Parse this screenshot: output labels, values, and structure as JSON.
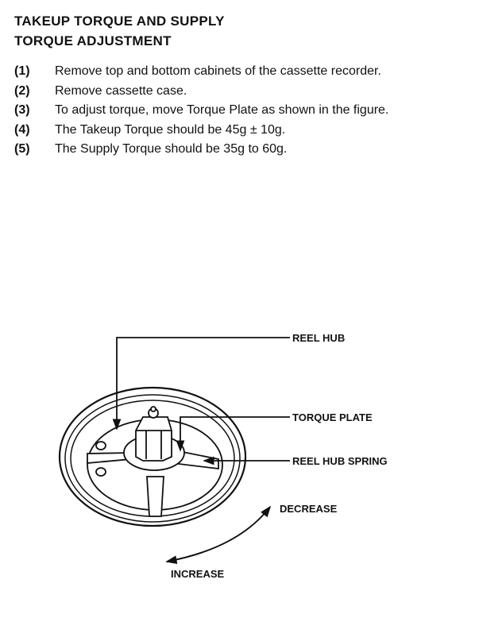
{
  "title_lines": [
    "TAKEUP TORQUE AND SUPPLY",
    "TORQUE ADJUSTMENT"
  ],
  "steps": [
    {
      "num": "(1)",
      "text": "Remove top and bottom cabinets of the cassette recorder."
    },
    {
      "num": "(2)",
      "text": "Remove cassette case."
    },
    {
      "num": "(3)",
      "text": "To adjust torque, move Torque Plate as shown in the figure."
    },
    {
      "num": "(4)",
      "text": "The Takeup Torque should be 45g ± 10g."
    },
    {
      "num": "(5)",
      "text": "The Supply Torque should be 35g to 60g."
    }
  ],
  "figure": {
    "labels": {
      "reel_hub": "REEL HUB",
      "torque_plate": "TORQUE PLATE",
      "reel_hub_spring": "REEL HUB SPRING",
      "decrease": "DECREASE",
      "increase": "INCREASE"
    }
  }
}
